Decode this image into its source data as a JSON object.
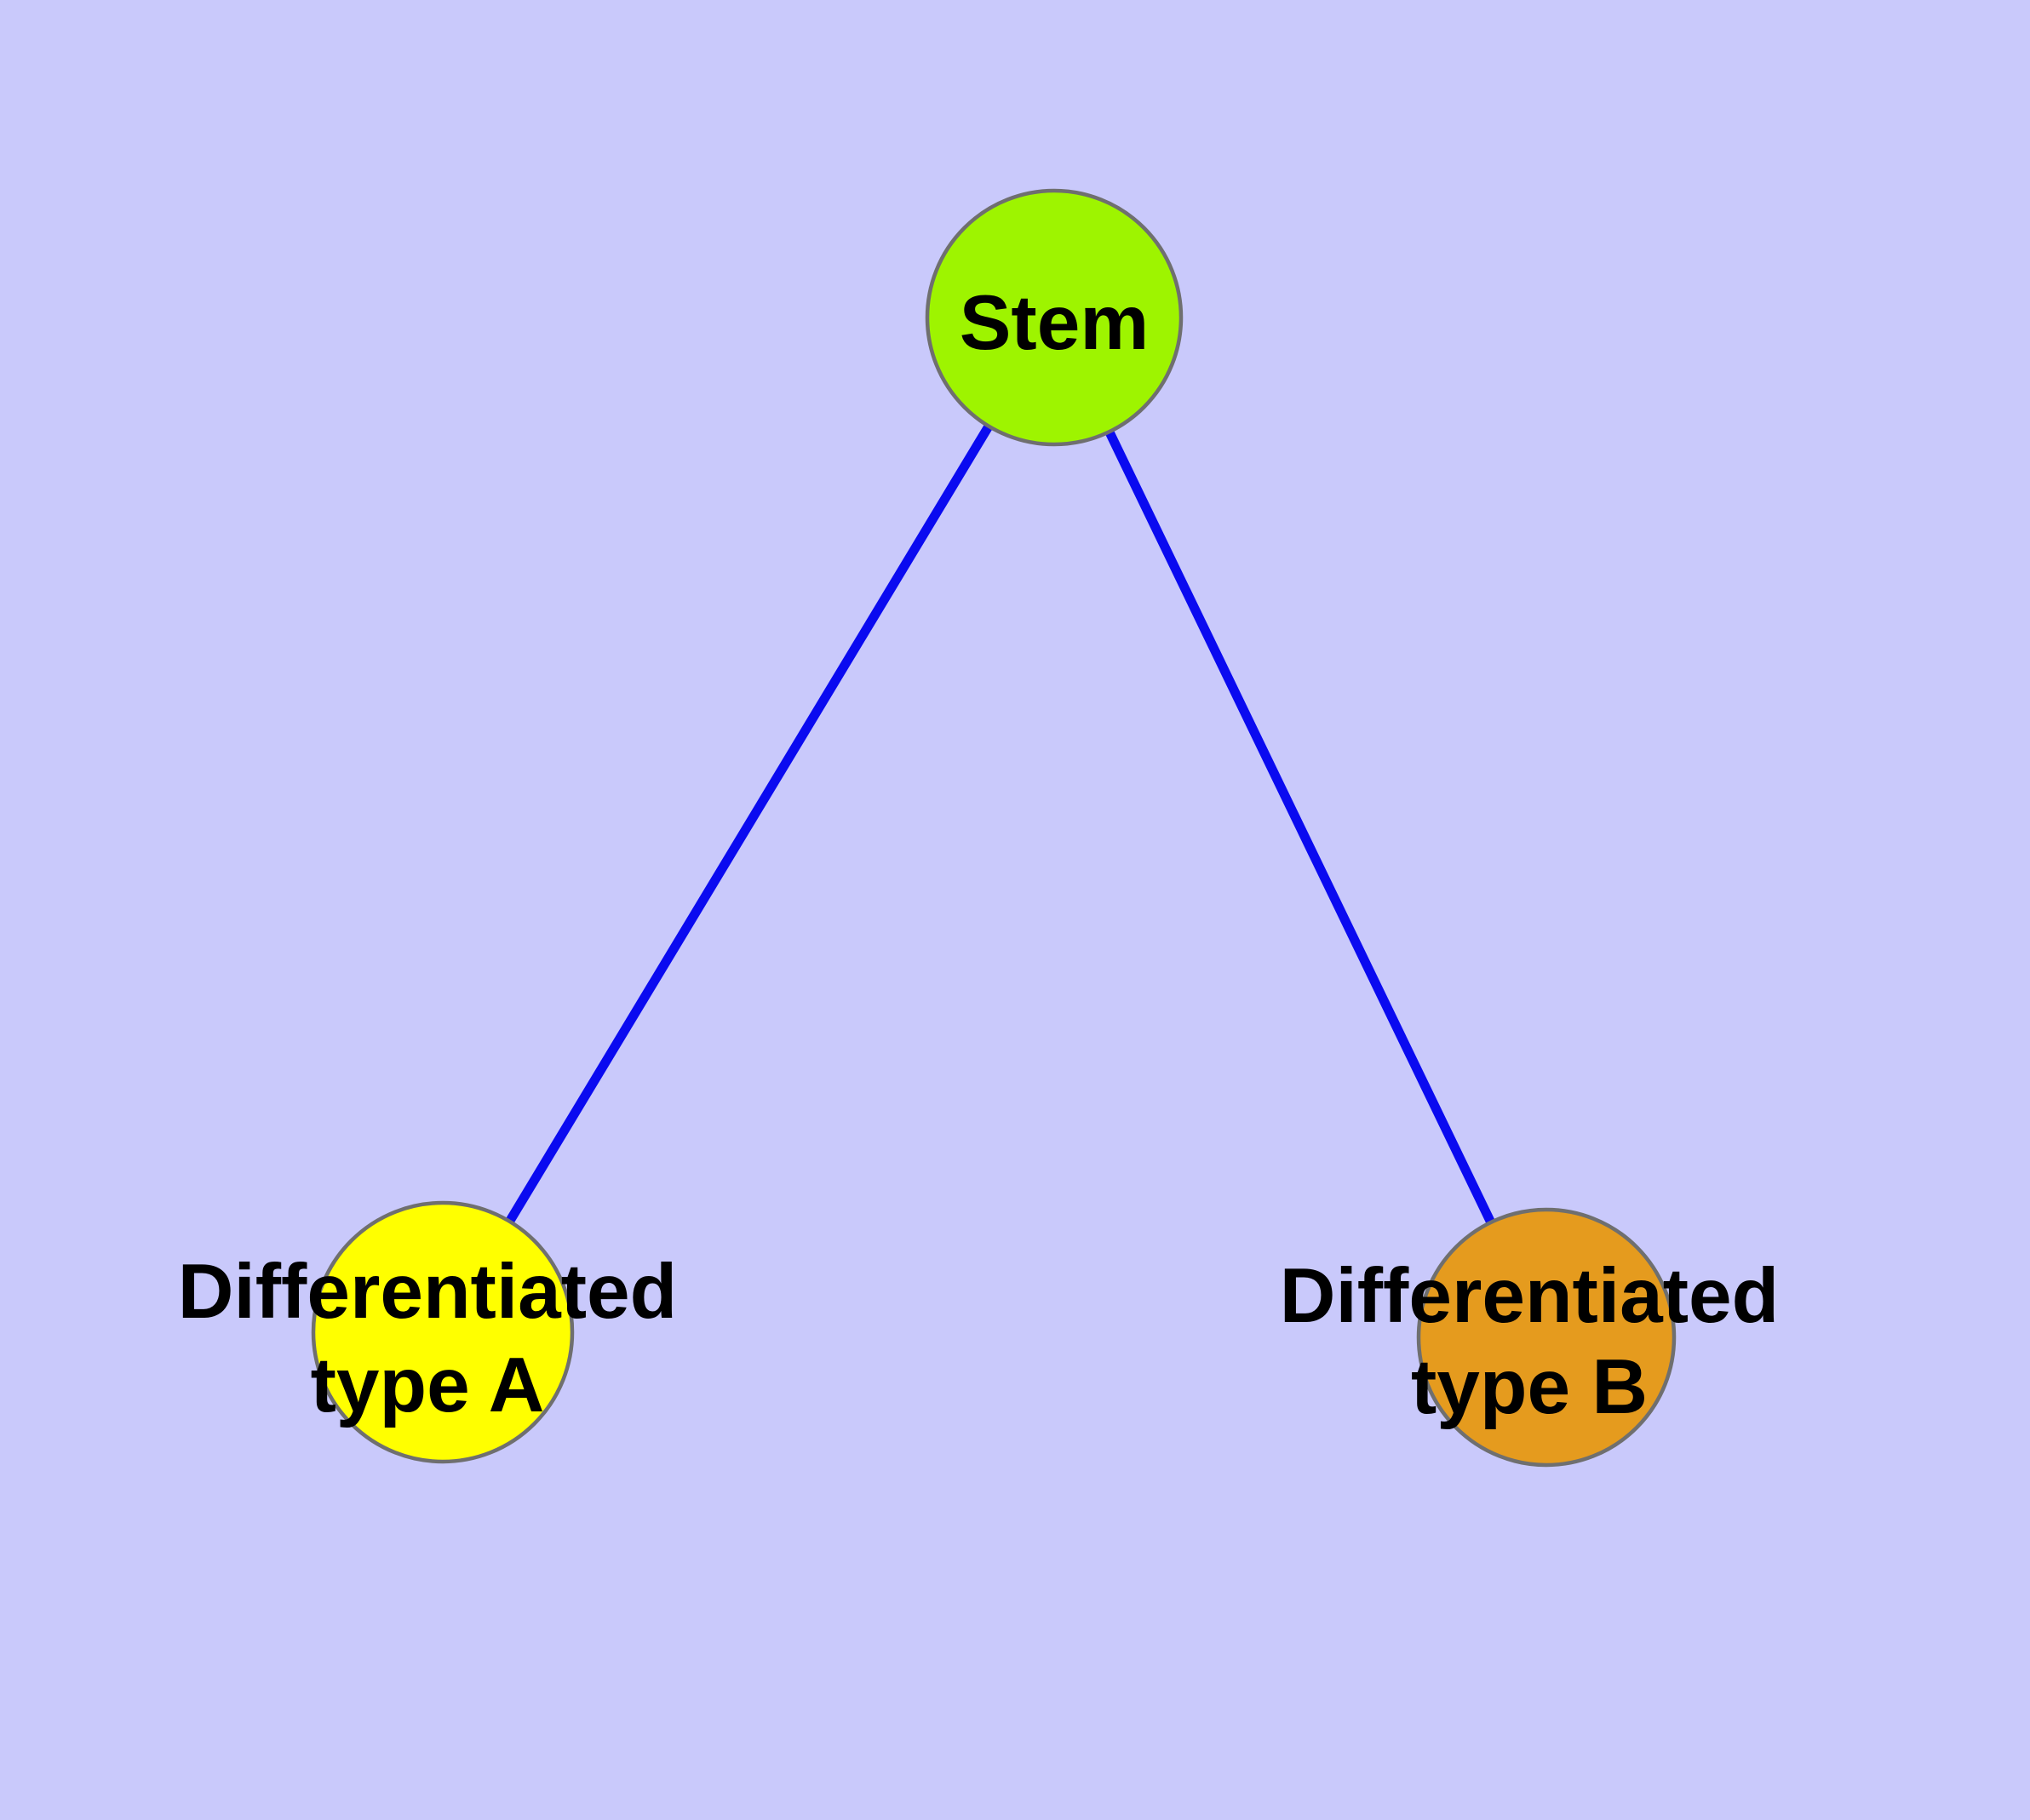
{
  "diagram": {
    "type": "node-link-graph",
    "background_color": "#C9C9FB",
    "edge_color": "#0A0AF0",
    "node_border_color": "#6F6F6F",
    "label_color": "#000000",
    "nodes": [
      {
        "id": "stem",
        "label": "Stem",
        "fill": "#9EF400"
      },
      {
        "id": "differentiated-type-a",
        "label": "Differentiated type A",
        "label_line1": "Differentiated",
        "label_line2": "type A",
        "fill": "#FFFF00"
      },
      {
        "id": "differentiated-type-b",
        "label": "Differentiated type B",
        "label_line1": "Differentiated",
        "label_line2": "type B",
        "fill": "#E59B1E"
      }
    ],
    "edges": [
      {
        "from": "Stem",
        "to": "Differentiated type A"
      },
      {
        "from": "Stem",
        "to": "Differentiated type B"
      }
    ]
  }
}
